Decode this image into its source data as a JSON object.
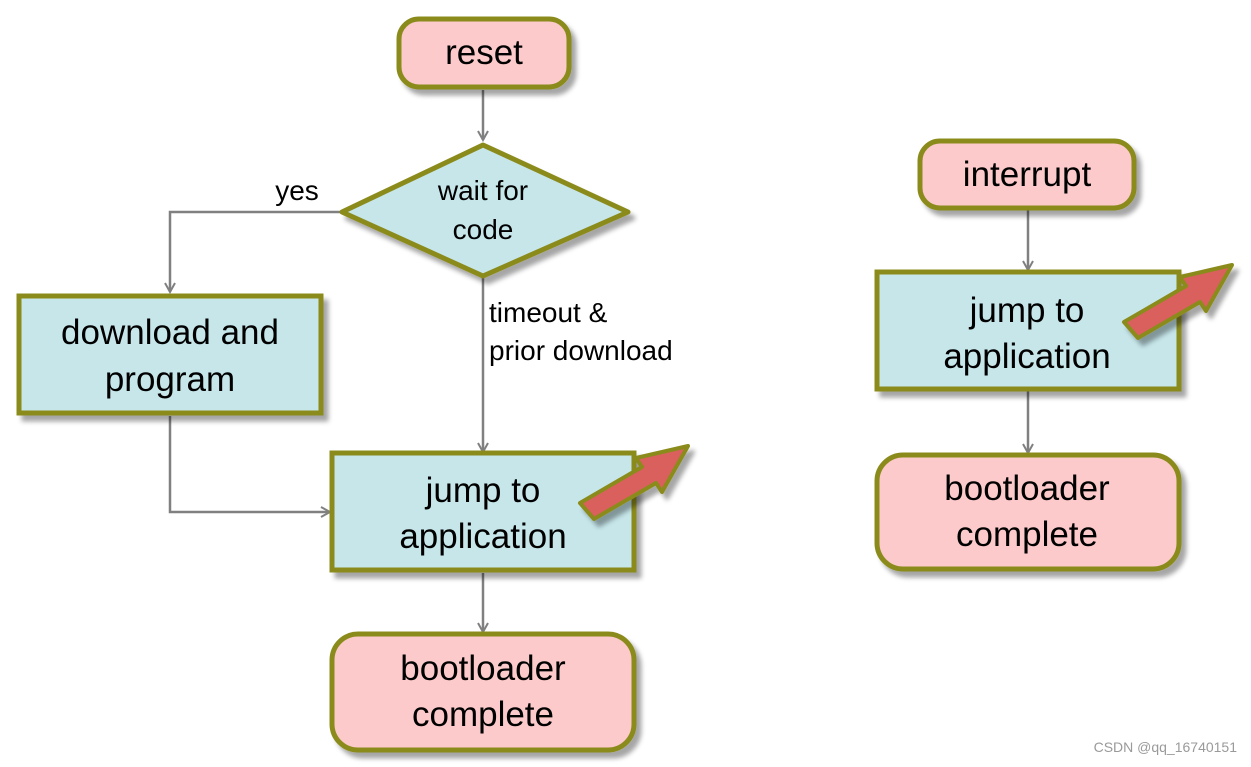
{
  "colors": {
    "terminal_fill": "#fccaca",
    "process_fill": "#c6e6ea",
    "decision_fill": "#c6e6ea",
    "border": "#8b8b1e",
    "connector": "#808080",
    "arrow_icon": "#d9605b"
  },
  "main_flow": {
    "reset": "reset",
    "wait_for_code": [
      "wait for",
      "code"
    ],
    "yes_label": "yes",
    "timeout_label": [
      "timeout &",
      "prior download"
    ],
    "download_and_program": [
      "download and",
      "program"
    ],
    "jump_to_application": [
      "jump to",
      "application"
    ],
    "bootloader_complete": [
      "bootloader",
      "complete"
    ]
  },
  "interrupt_flow": {
    "interrupt": "interrupt",
    "jump_to_application": [
      "jump to",
      "application"
    ],
    "bootloader_complete": [
      "bootloader",
      "complete"
    ]
  },
  "icons": {
    "jump_arrow": "arrow-up-right-icon"
  },
  "watermark": "CSDN @qq_16740151"
}
